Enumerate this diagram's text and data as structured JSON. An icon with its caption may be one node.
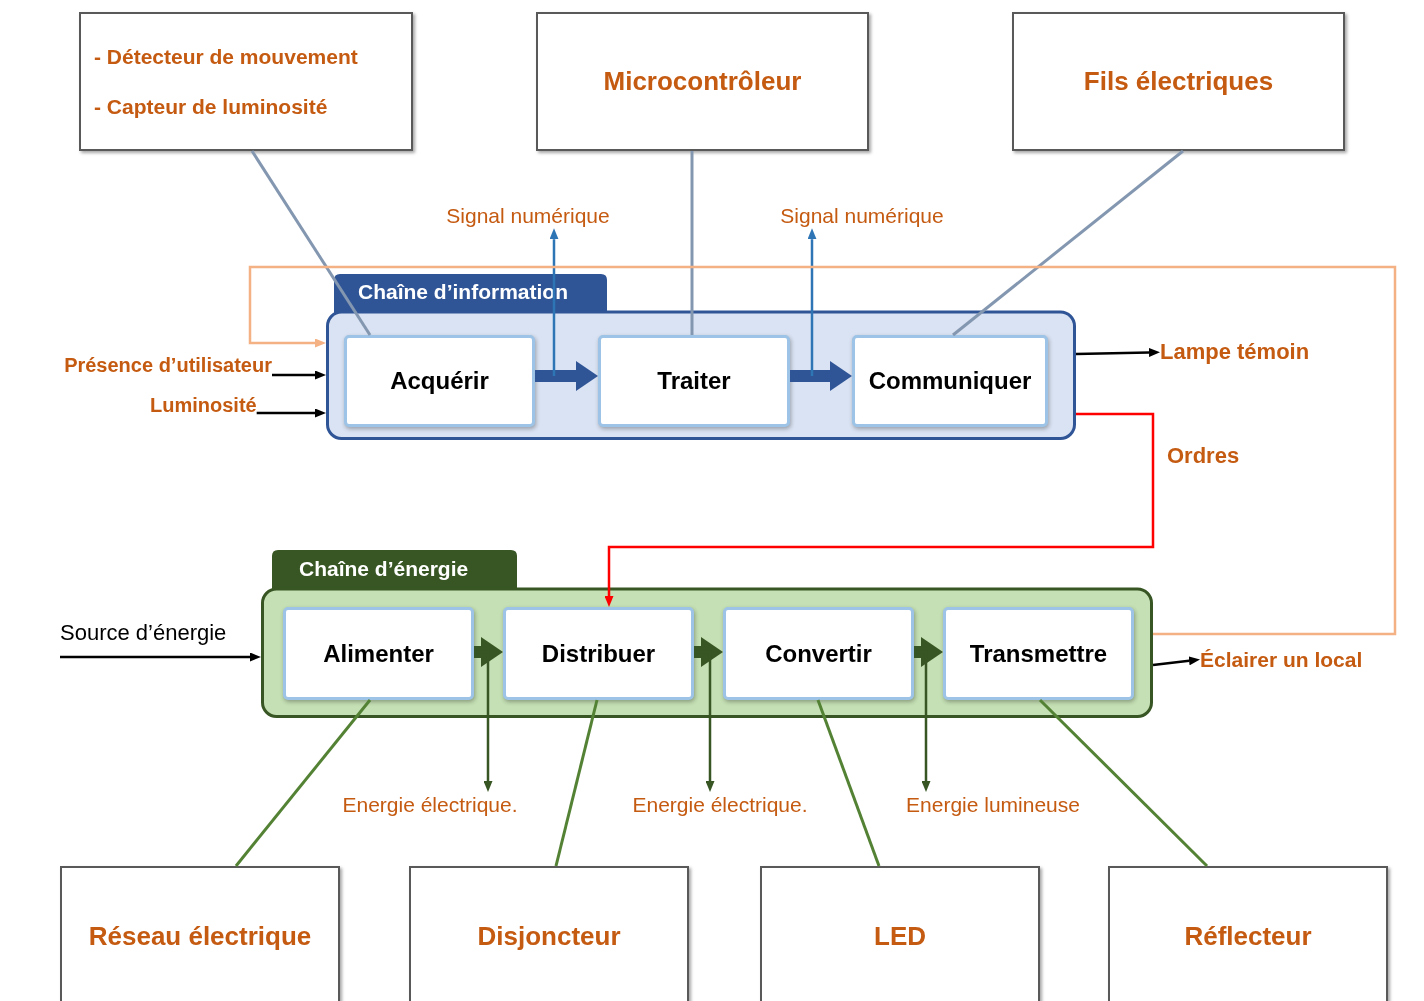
{
  "diagram": {
    "nodes": [
      {
        "text": [
          "- Détecteur de mouvement",
          "- Capteur de luminosité"
        ]
      },
      {
        "text": [
          "Microcontrôleur"
        ]
      },
      {
        "text": [
          "Fils électriques"
        ]
      },
      {
        "text": [
          "Chaîne d’information"
        ]
      },
      {
        "text": [
          "Acquérir"
        ],
        "in": 3
      },
      {
        "text": [
          "Traiter"
        ],
        "in": 3
      },
      {
        "text": [
          "Communiquer"
        ],
        "in": 3
      },
      {
        "text": [
          "Présence d’utilisateur"
        ]
      },
      {
        "text": [
          "Luminosité"
        ]
      },
      {
        "text": [
          "Lampe témoin"
        ]
      },
      {
        "text": [
          "Signal numérique"
        ]
      },
      {
        "text": [
          "Signal numérique"
        ]
      },
      {
        "text": [
          "Chaîne d’énergie"
        ]
      },
      {
        "text": [
          "Alimenter"
        ],
        "in": 12
      },
      {
        "text": [
          "Distribuer"
        ],
        "in": 12
      },
      {
        "text": [
          "Convertir"
        ],
        "in": 12
      },
      {
        "text": [
          "Transmettre"
        ],
        "in": 12
      },
      {
        "text": [
          "Source d’énergie"
        ]
      },
      {
        "text": [
          "Éclairer un local"
        ]
      },
      {
        "text": [
          "Energie électrique."
        ]
      },
      {
        "text": [
          "Energie électrique."
        ]
      },
      {
        "text": [
          "Energie lumineuse"
        ]
      },
      {
        "text": [
          "Réseau électrique"
        ]
      },
      {
        "text": [
          "Disjoncteur"
        ]
      },
      {
        "text": [
          "LED"
        ]
      },
      {
        "text": [
          "Réflecteur"
        ]
      }
    ],
    "edges": [
      {
        "from": 0,
        "to": 4,
        "arrow": "none",
        "color": "#8497b0"
      },
      {
        "from": 1,
        "to": 5,
        "arrow": "none",
        "color": "#8497b0"
      },
      {
        "from": 2,
        "to": 6,
        "arrow": "none",
        "color": "#8497b0"
      },
      {
        "from": 4,
        "to": 5,
        "arrow": "to",
        "style": "thick",
        "color": "#2f5597"
      },
      {
        "from": 5,
        "to": 6,
        "arrow": "to",
        "style": "thick",
        "color": "#2f5597"
      },
      {
        "from": null,
        "to": 10,
        "arrow": "to",
        "color": "#2e75b6"
      },
      {
        "from": null,
        "to": 11,
        "arrow": "to",
        "color": "#2e75b6"
      },
      {
        "from": 7,
        "to": 3,
        "arrow": "to"
      },
      {
        "from": 8,
        "to": 3,
        "arrow": "to"
      },
      {
        "from": 3,
        "to": 9,
        "arrow": "to"
      },
      {
        "from": 3,
        "to": 14,
        "arrow": "to",
        "label": "Ordres",
        "color": "#ff0000"
      },
      {
        "from": 12,
        "to": 3,
        "arrow": "to",
        "color": "#f4b183"
      },
      {
        "from": 17,
        "to": 12,
        "arrow": "to"
      },
      {
        "from": 13,
        "to": 14,
        "arrow": "to",
        "style": "thick",
        "color": "#375623"
      },
      {
        "from": 14,
        "to": 15,
        "arrow": "to",
        "style": "thick",
        "color": "#375623"
      },
      {
        "from": 15,
        "to": 16,
        "arrow": "to",
        "style": "thick",
        "color": "#375623"
      },
      {
        "from": 13,
        "to": 19,
        "arrow": "to",
        "color": "#375623"
      },
      {
        "from": 14,
        "to": 20,
        "arrow": "to",
        "color": "#375623"
      },
      {
        "from": 15,
        "to": 21,
        "arrow": "to",
        "color": "#375623"
      },
      {
        "from": 12,
        "to": 18,
        "arrow": "to"
      },
      {
        "from": 22,
        "to": 13,
        "arrow": "none",
        "color": "#548235"
      },
      {
        "from": 23,
        "to": 14,
        "arrow": "none",
        "color": "#548235"
      },
      {
        "from": 24,
        "to": 15,
        "arrow": "none",
        "color": "#548235"
      },
      {
        "from": 25,
        "to": 16,
        "arrow": "none",
        "color": "#548235"
      }
    ]
  }
}
